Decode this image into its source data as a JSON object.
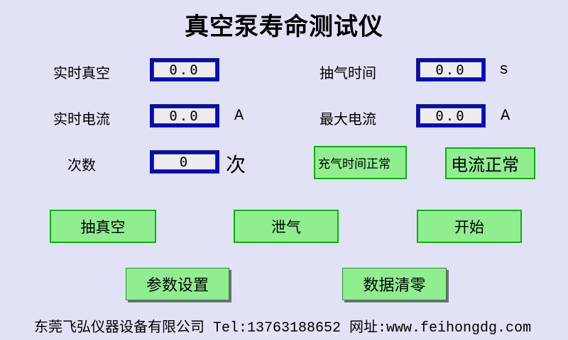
{
  "title": "真空泵寿命测试仪",
  "colors": {
    "background": "#e2e2f6",
    "value_box_border": "#0009c8",
    "value_box_fill": "#ececec",
    "button_fill": "#90ee90",
    "button_border": "#06b206",
    "text": "#000000"
  },
  "readouts": [
    {
      "label": "实时真空",
      "value": "0.0",
      "unit": ""
    },
    {
      "label": "抽气时间",
      "value": "0.0",
      "unit": "s"
    },
    {
      "label": "实时电流",
      "value": "0.0",
      "unit": "A"
    },
    {
      "label": "最大电流",
      "value": "0.0",
      "unit": "A"
    },
    {
      "label": "次数",
      "value": "0",
      "unit": "次"
    }
  ],
  "status_indicators": [
    {
      "label": "充气时间正常"
    },
    {
      "label": "电流正常"
    }
  ],
  "buttons": {
    "vacuum": "抽真空",
    "deflate": "泄气",
    "start": "开始",
    "settings": "参数设置",
    "clear": "数据清零"
  },
  "footer": {
    "text": "东莞飞弘仪器设备有限公司 Tel:13763188652 网址:www.feihongdg.com"
  }
}
